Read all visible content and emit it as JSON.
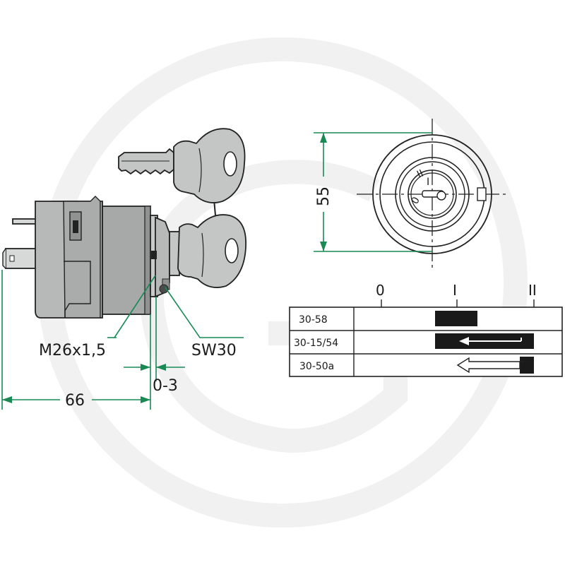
{
  "colors": {
    "dimension": "#1a8a55",
    "body_gray": "#b7b9b8",
    "body_dark": "#8f9291",
    "key_gray": "#c4c6c5",
    "watermark": "#f1f1f1",
    "ink": "#1a1a1a"
  },
  "labels": {
    "thread": "M26x1,5",
    "wrench_size": "SW30",
    "length": "66",
    "adjust_range": "0-3",
    "diameter": "55"
  },
  "switch_table": {
    "positions": [
      "0",
      "I",
      "II"
    ],
    "rows": [
      {
        "terminal": "30-58",
        "pattern": "bar"
      },
      {
        "terminal": "30-15/54",
        "pattern": "bar-with-return-arrow"
      },
      {
        "terminal": "30-50a",
        "pattern": "momentary-arrow"
      }
    ]
  }
}
